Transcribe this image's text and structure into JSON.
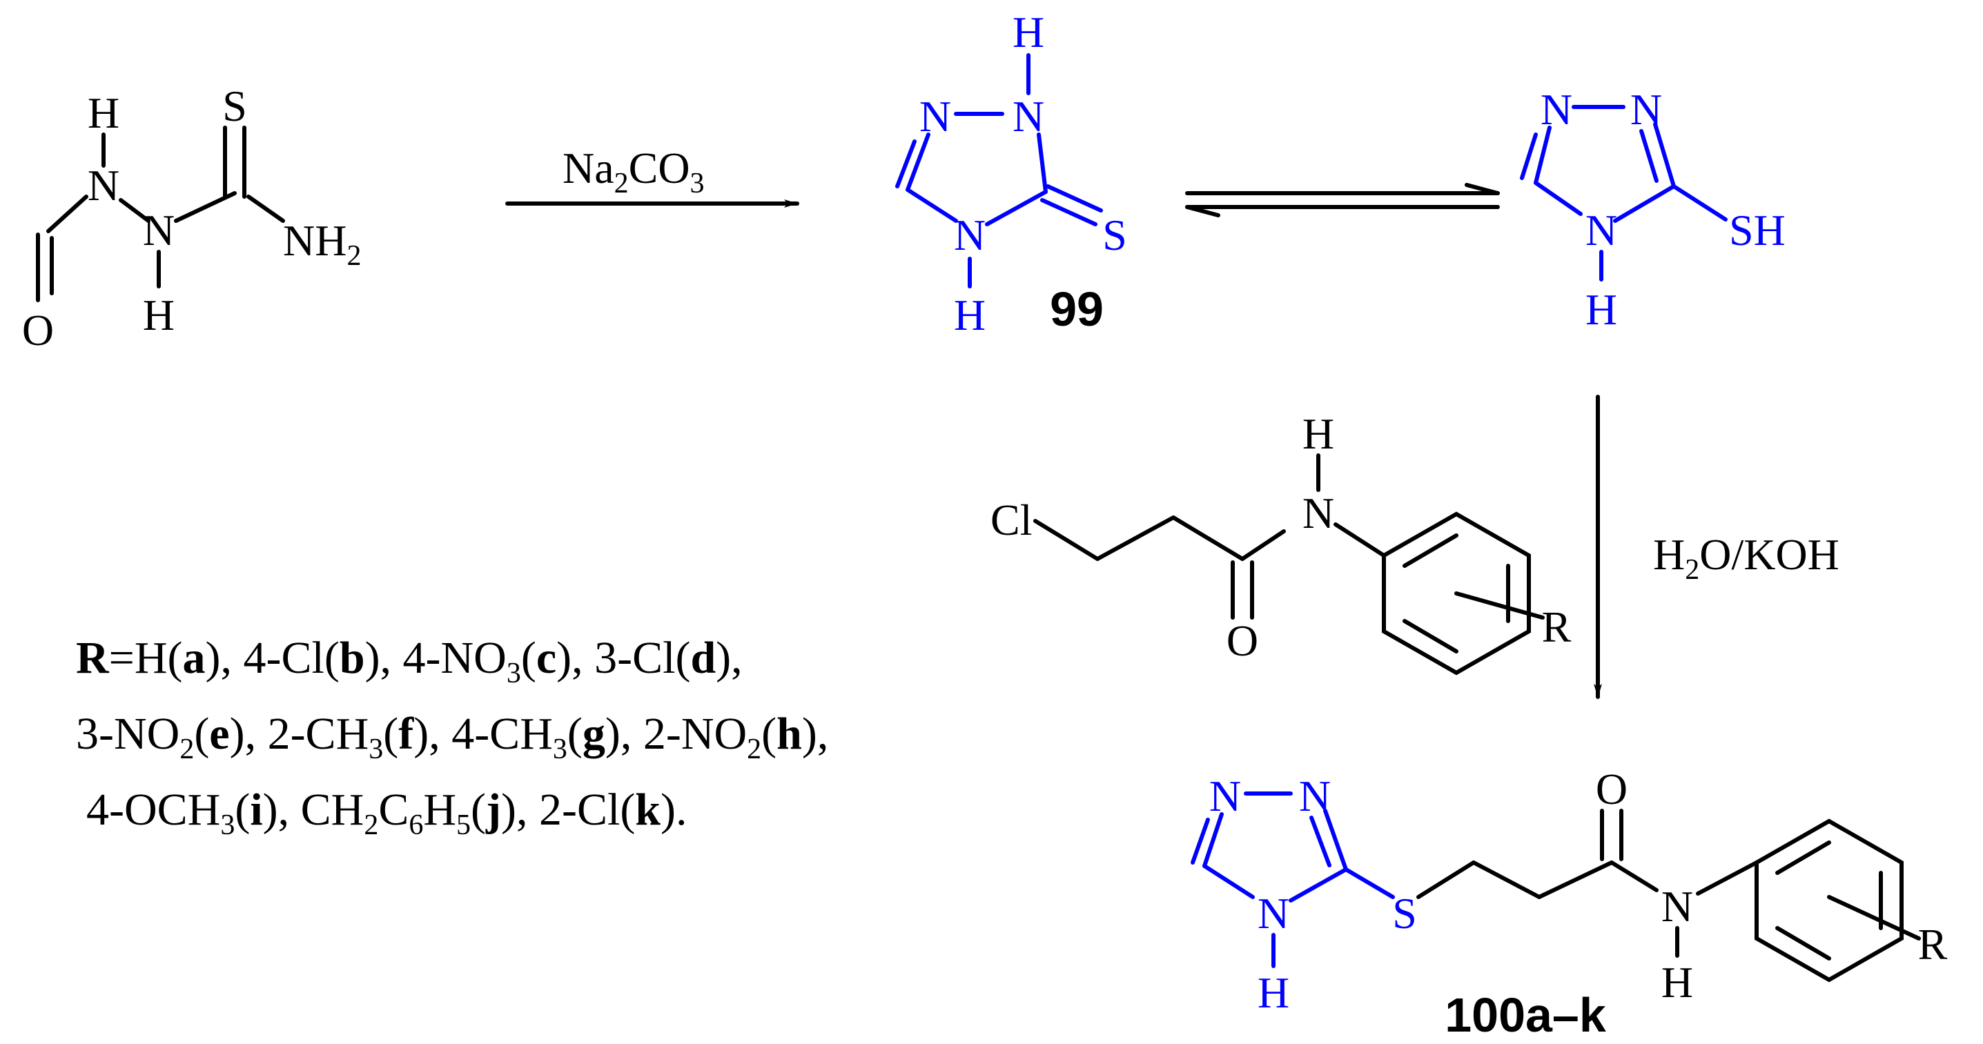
{
  "colors": {
    "ink": "#000000",
    "triazole": "#0000ff"
  },
  "start": {
    "h1": "H",
    "n1": "N",
    "h2": "N",
    "h3": "H",
    "s": "S",
    "nh2": "NH",
    "nh2_sub": "2",
    "o": "O"
  },
  "reagent1": {
    "a": "Na",
    "a_sub": "2",
    "b": "CO",
    "b_sub": "3"
  },
  "cpd99": {
    "label": "99",
    "n1": "N",
    "n2": "N",
    "h_top": "H",
    "s": "S",
    "n4": "N",
    "h_bot": "H"
  },
  "thiol": {
    "n1": "N",
    "n2": "N",
    "sh": "SH",
    "n4": "N",
    "h_bot": "H"
  },
  "reagent2": {
    "cl": "Cl",
    "h": "H",
    "n": "N",
    "o": "O",
    "r": "R",
    "cond": "H",
    "cond_sub": "2",
    "cond_rest": "O/KOH"
  },
  "product": {
    "label": "100a–k",
    "n1": "N",
    "n2": "N",
    "n4": "N",
    "h_bot": "H",
    "s": "S",
    "o": "O",
    "n": "N",
    "h": "H",
    "r": "R"
  },
  "r_groups": {
    "line1": {
      "R": "R",
      "eq": "=H(",
      "a": "a",
      "t1": "), 4-Cl(",
      "b": "b",
      "t2": "), 4-NO",
      "t2s": "3",
      "t3": "(",
      "c": "c",
      "t4": "), 3-Cl(",
      "d": "d",
      "t5": "),"
    },
    "line2": {
      "t1": "3-NO",
      "t1s": "2",
      "t2": "(",
      "e": "e",
      "t3": "), 2-CH",
      "t3s": "3",
      "t4": "(",
      "f": "f",
      "t5": "), 4-CH",
      "t5s": "3",
      "t6": "(",
      "g": "g",
      "t7": "), 2-NO",
      "t7s": "2",
      "t8": "(",
      "h": "h",
      "t9": "),"
    },
    "line3": {
      "t1": "4-OCH",
      "t1s": "3",
      "t2": "(",
      "i": "i",
      "t3": "), CH",
      "t3s": "2",
      "t4": "C",
      "t4s": "6",
      "t5": "H",
      "t5s": "5",
      "t6": "(",
      "j": "j",
      "t7": "), 2-Cl(",
      "k": "k",
      "t8": ")."
    }
  }
}
